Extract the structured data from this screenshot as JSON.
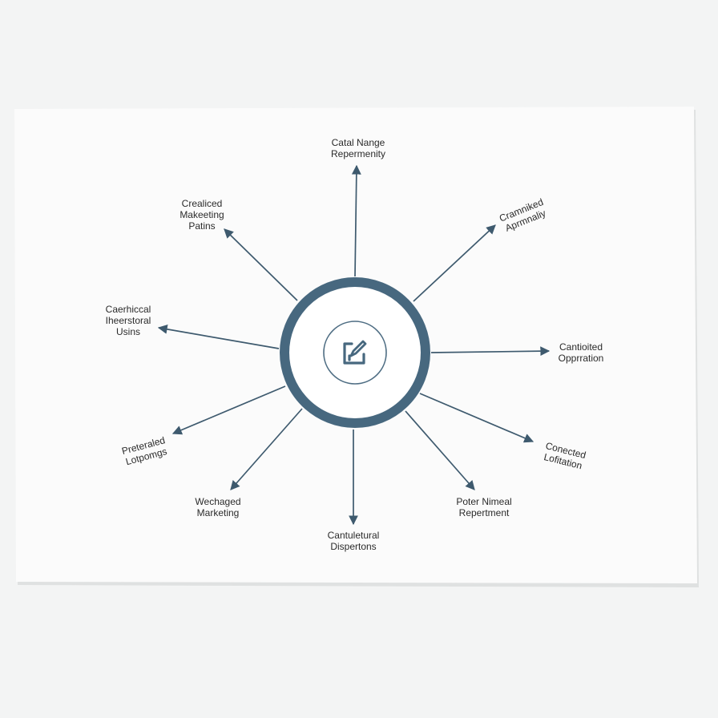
{
  "diagram": {
    "center_icon": "edit-checkbox-icon",
    "colors": {
      "accent": "#47687f",
      "line": "#3e5a6e",
      "text": "#2b2b2b",
      "paper": "#fbfbfb",
      "background": "#f3f4f4"
    },
    "nodes": [
      {
        "id": "top",
        "label_lines": [
          "Catal Nange",
          "Repermenity"
        ]
      },
      {
        "id": "upper-right",
        "label_lines": [
          "Cramniked",
          "Aprmnaliy"
        ]
      },
      {
        "id": "right",
        "label_lines": [
          "Cantioited",
          "Opprration"
        ]
      },
      {
        "id": "lower-right",
        "label_lines": [
          "Conected",
          "Lofitation"
        ]
      },
      {
        "id": "bottom-right",
        "label_lines": [
          "Poter Nimeal",
          "Repertment"
        ]
      },
      {
        "id": "bottom",
        "label_lines": [
          "Cantuletural",
          "Dispertons"
        ]
      },
      {
        "id": "bottom-left",
        "label_lines": [
          "Wechaged",
          "Marketing"
        ]
      },
      {
        "id": "lower-left",
        "label_lines": [
          "Preteraled",
          "Lotpomgs"
        ]
      },
      {
        "id": "left",
        "label_lines": [
          "Caerhiccal",
          "Iheerstoral",
          "Usins"
        ]
      },
      {
        "id": "upper-left",
        "label_lines": [
          "Crealiced",
          "Makeeting",
          "Patins"
        ]
      }
    ]
  }
}
